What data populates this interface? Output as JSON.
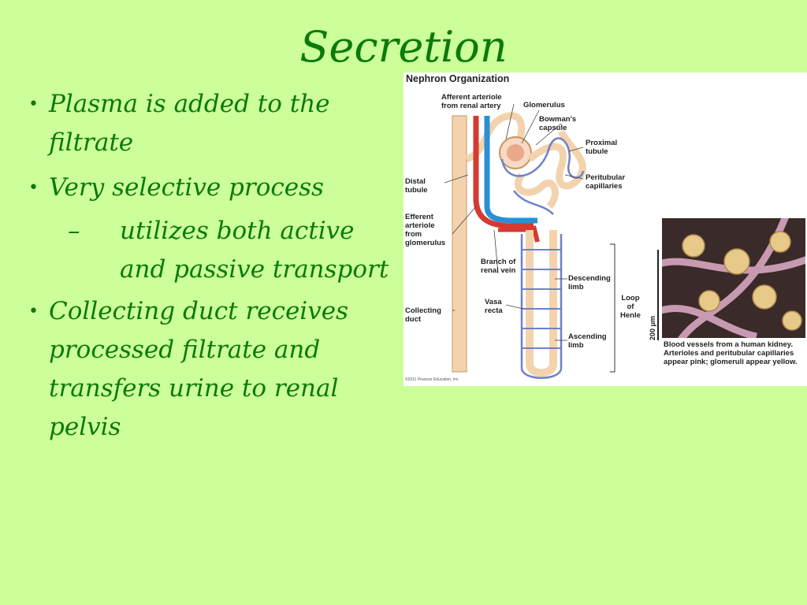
{
  "slide": {
    "title": "Secretion",
    "bullets": [
      {
        "text": "Plasma is added to the filtrate"
      },
      {
        "text": "Very selective process"
      },
      {
        "sub": "utilizes both active and passive transport"
      },
      {
        "text": "Collecting duct receives processed filtrate and transfers urine to renal pelvis"
      }
    ],
    "bullet_glyph": "•",
    "sub_glyph": "–"
  },
  "figure": {
    "title": "Nephron Organization",
    "labels": {
      "afferent": "Afferent arteriole\nfrom renal artery",
      "glomerulus": "Glomerulus",
      "bowmans": "Bowman's\ncapsule",
      "proximal": "Proximal\ntubule",
      "peritubular": "Peritubular\ncapillaries",
      "distal": "Distal\ntubule",
      "efferent": "Efferent\narteriole\nfrom\nglomerulus",
      "branch": "Branch of\nrenal vein",
      "descending": "Descending\nlimb",
      "vasa": "Vasa\nrecta",
      "loop": "Loop\nof\nHenle",
      "collecting": "Collecting\nduct",
      "ascending": "Ascending\nlimb"
    },
    "scale": "200 μm",
    "photo_caption": "Blood vessels from a human kidney. Arterioles and peritubular capillaries appear pink; glomeruli appear yellow.",
    "copyright": "©2011 Pearson Education, Inc."
  }
}
